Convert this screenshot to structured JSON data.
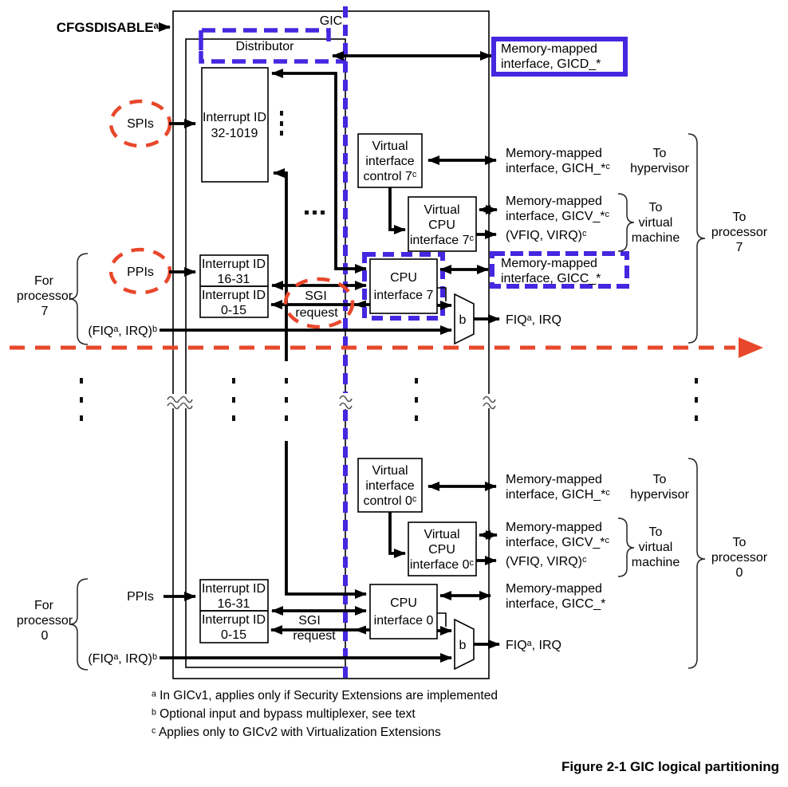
{
  "colors": {
    "blue": "#4527e0",
    "red": "#e8472b"
  },
  "title": {
    "gic": "GIC",
    "distributor": "Distributor"
  },
  "signals": {
    "cfgsdisable": "CFGSDISABLEᵃ",
    "spis": "SPIs",
    "ppis": "PPIs",
    "fiq_irq_input": "(FIQᵃ, IRQ)ᵇ",
    "fiq_irq_output": "FIQᵃ, IRQ",
    "vfiq_virq": "(VFIQ, VIRQ)ᶜ",
    "sgi_line1": "SGI",
    "sgi_line2": "request",
    "mux": "b"
  },
  "blocks": {
    "interrupt_id": "Interrupt ID",
    "spi_range": "32-1019",
    "ppi_range": "16-31",
    "sgi_range": "0-15",
    "cpu": "CPU",
    "cpu_if7": "interface 7",
    "cpu_if0": "interface 0",
    "virtual": "Virtual",
    "interface": "interface",
    "control7": "control 7ᶜ",
    "control0": "control 0ᶜ",
    "vcpu_if7": "interface 7ᶜ",
    "vcpu_if0": "interface 0ᶜ"
  },
  "interfaces": {
    "memory_mapped": "Memory-mapped",
    "gicd": "interface, GICD_*",
    "gich": "interface, GICH_*ᶜ",
    "gicv": "interface, GICV_*ᶜ",
    "gicc": "interface, GICC_*"
  },
  "annotations": {
    "for": "For",
    "to": "To",
    "processor": "processor",
    "p7": "7",
    "p0": "0",
    "hypervisor": "hypervisor",
    "virtual": "virtual",
    "machine": "machine"
  },
  "footnotes": {
    "a": "ᵃ In GICv1, applies only if Security Extensions are implemented",
    "b": "ᵇ Optional input and bypass multiplexer, see text",
    "c": "ᶜ Applies only to GICv2 with Virtualization Extensions"
  },
  "caption": "Figure 2-1  GIC logical partitioning"
}
